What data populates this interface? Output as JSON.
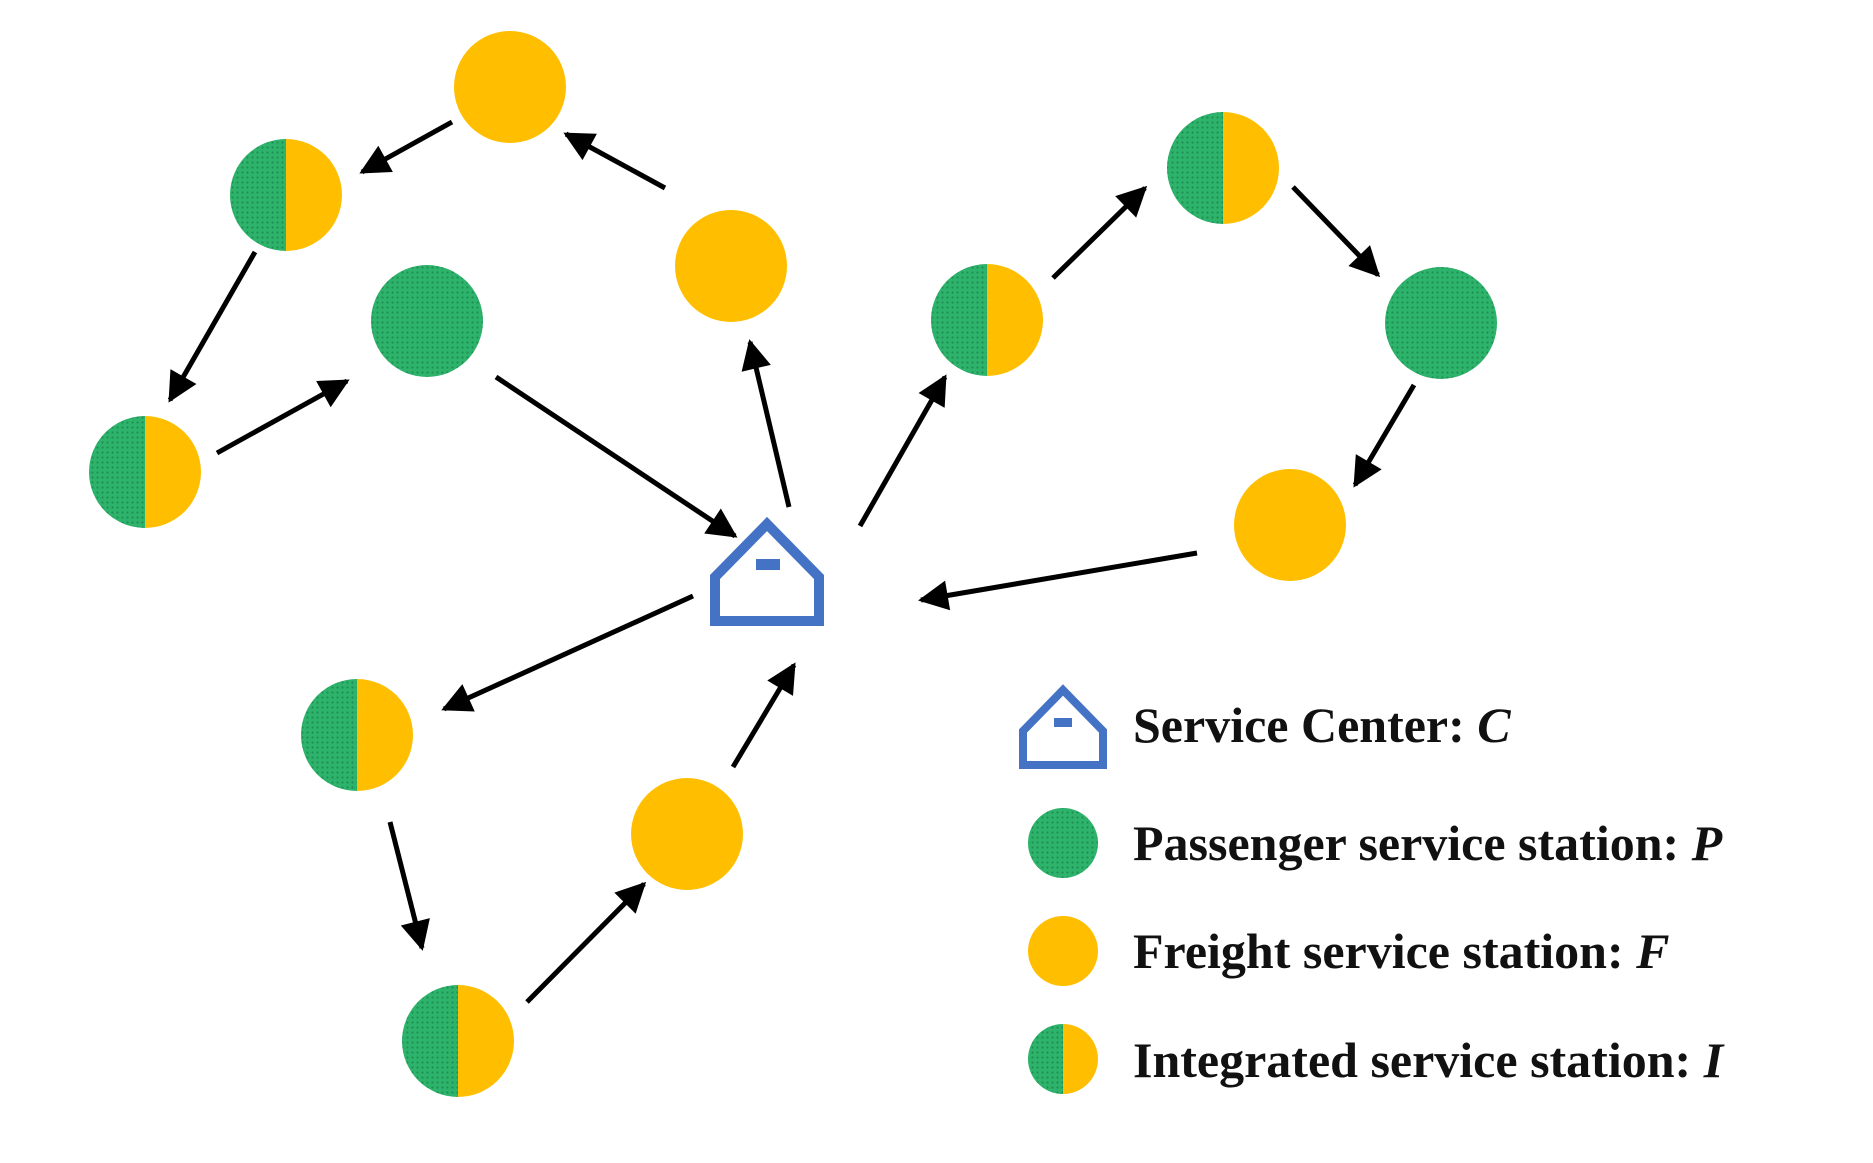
{
  "colors": {
    "passenger": "#2db36b",
    "passenger_dot": "#1e8f50",
    "freight": "#ffbf00",
    "center": "#4472c4",
    "arrow": "#000000"
  },
  "icons": {
    "center": "house-icon",
    "passenger": "green-circle-icon",
    "freight": "yellow-circle-icon",
    "integrated": "half-green-half-yellow-circle-icon"
  },
  "legend": [
    {
      "type": "center",
      "label": "Service Center: ",
      "symbol": "C"
    },
    {
      "type": "passenger",
      "label": "Passenger service station: ",
      "symbol": "P"
    },
    {
      "type": "freight",
      "label": "Freight service station: ",
      "symbol": "F"
    },
    {
      "type": "integrated",
      "label": "Integrated service station: ",
      "symbol": "I"
    }
  ]
}
